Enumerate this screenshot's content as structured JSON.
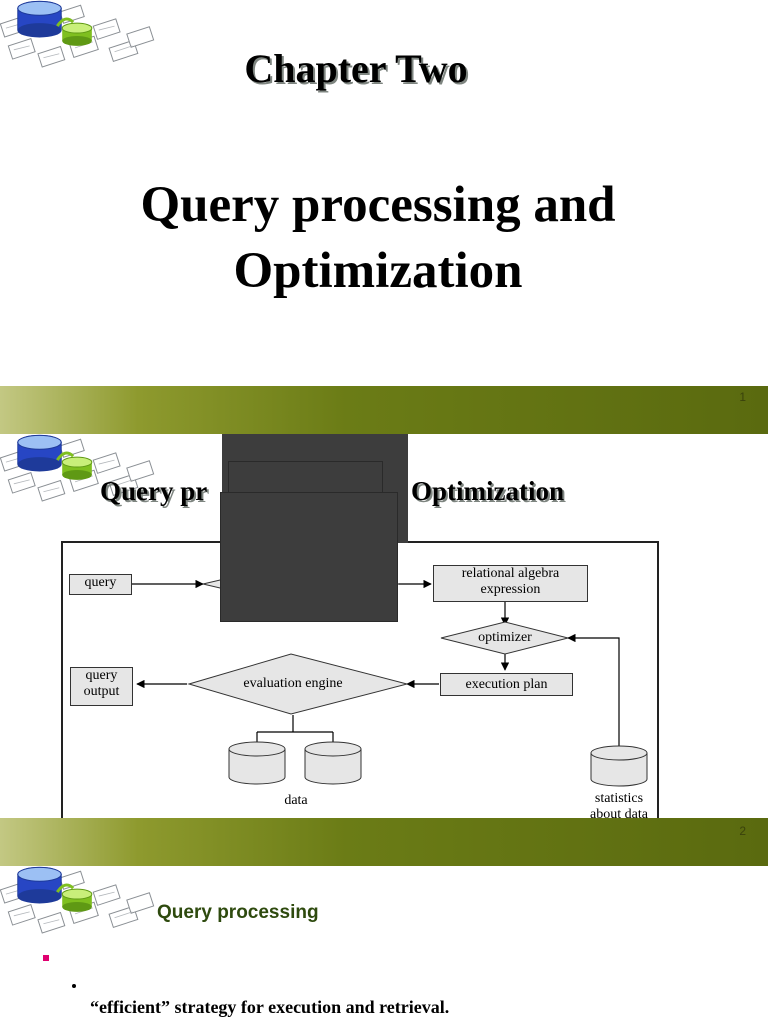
{
  "slides": [
    {
      "title_small": "Chapter Two",
      "title_large_line1": "Query processing and",
      "title_large_line2": "Optimization",
      "slide_number": "1"
    },
    {
      "title_left": "Query pr",
      "title_right": "Optimization",
      "slide_number": "2",
      "diagram": {
        "nodes": {
          "query": "query",
          "relational_algebra_line1": "relational algebra",
          "relational_algebra_line2": "expression",
          "optimizer": "optimizer",
          "query_output_line1": "query",
          "query_output_line2": "output",
          "evaluation_engine": "evaluation engine",
          "execution_plan": "execution plan",
          "data": "data",
          "statistics_line1": "statistics",
          "statistics_line2": "about data"
        }
      }
    },
    {
      "title": "Query processing",
      "body_text": "“efficient” strategy for execution and retrieval.",
      "bullet_color": "#e00070"
    }
  ],
  "colors": {
    "band_dark": "#5a6a0f",
    "band_light": "#c3c883",
    "slide3_title": "#2e4a0e",
    "popup": "#3d3d3d"
  },
  "icons": [
    "database-logo-icon"
  ]
}
